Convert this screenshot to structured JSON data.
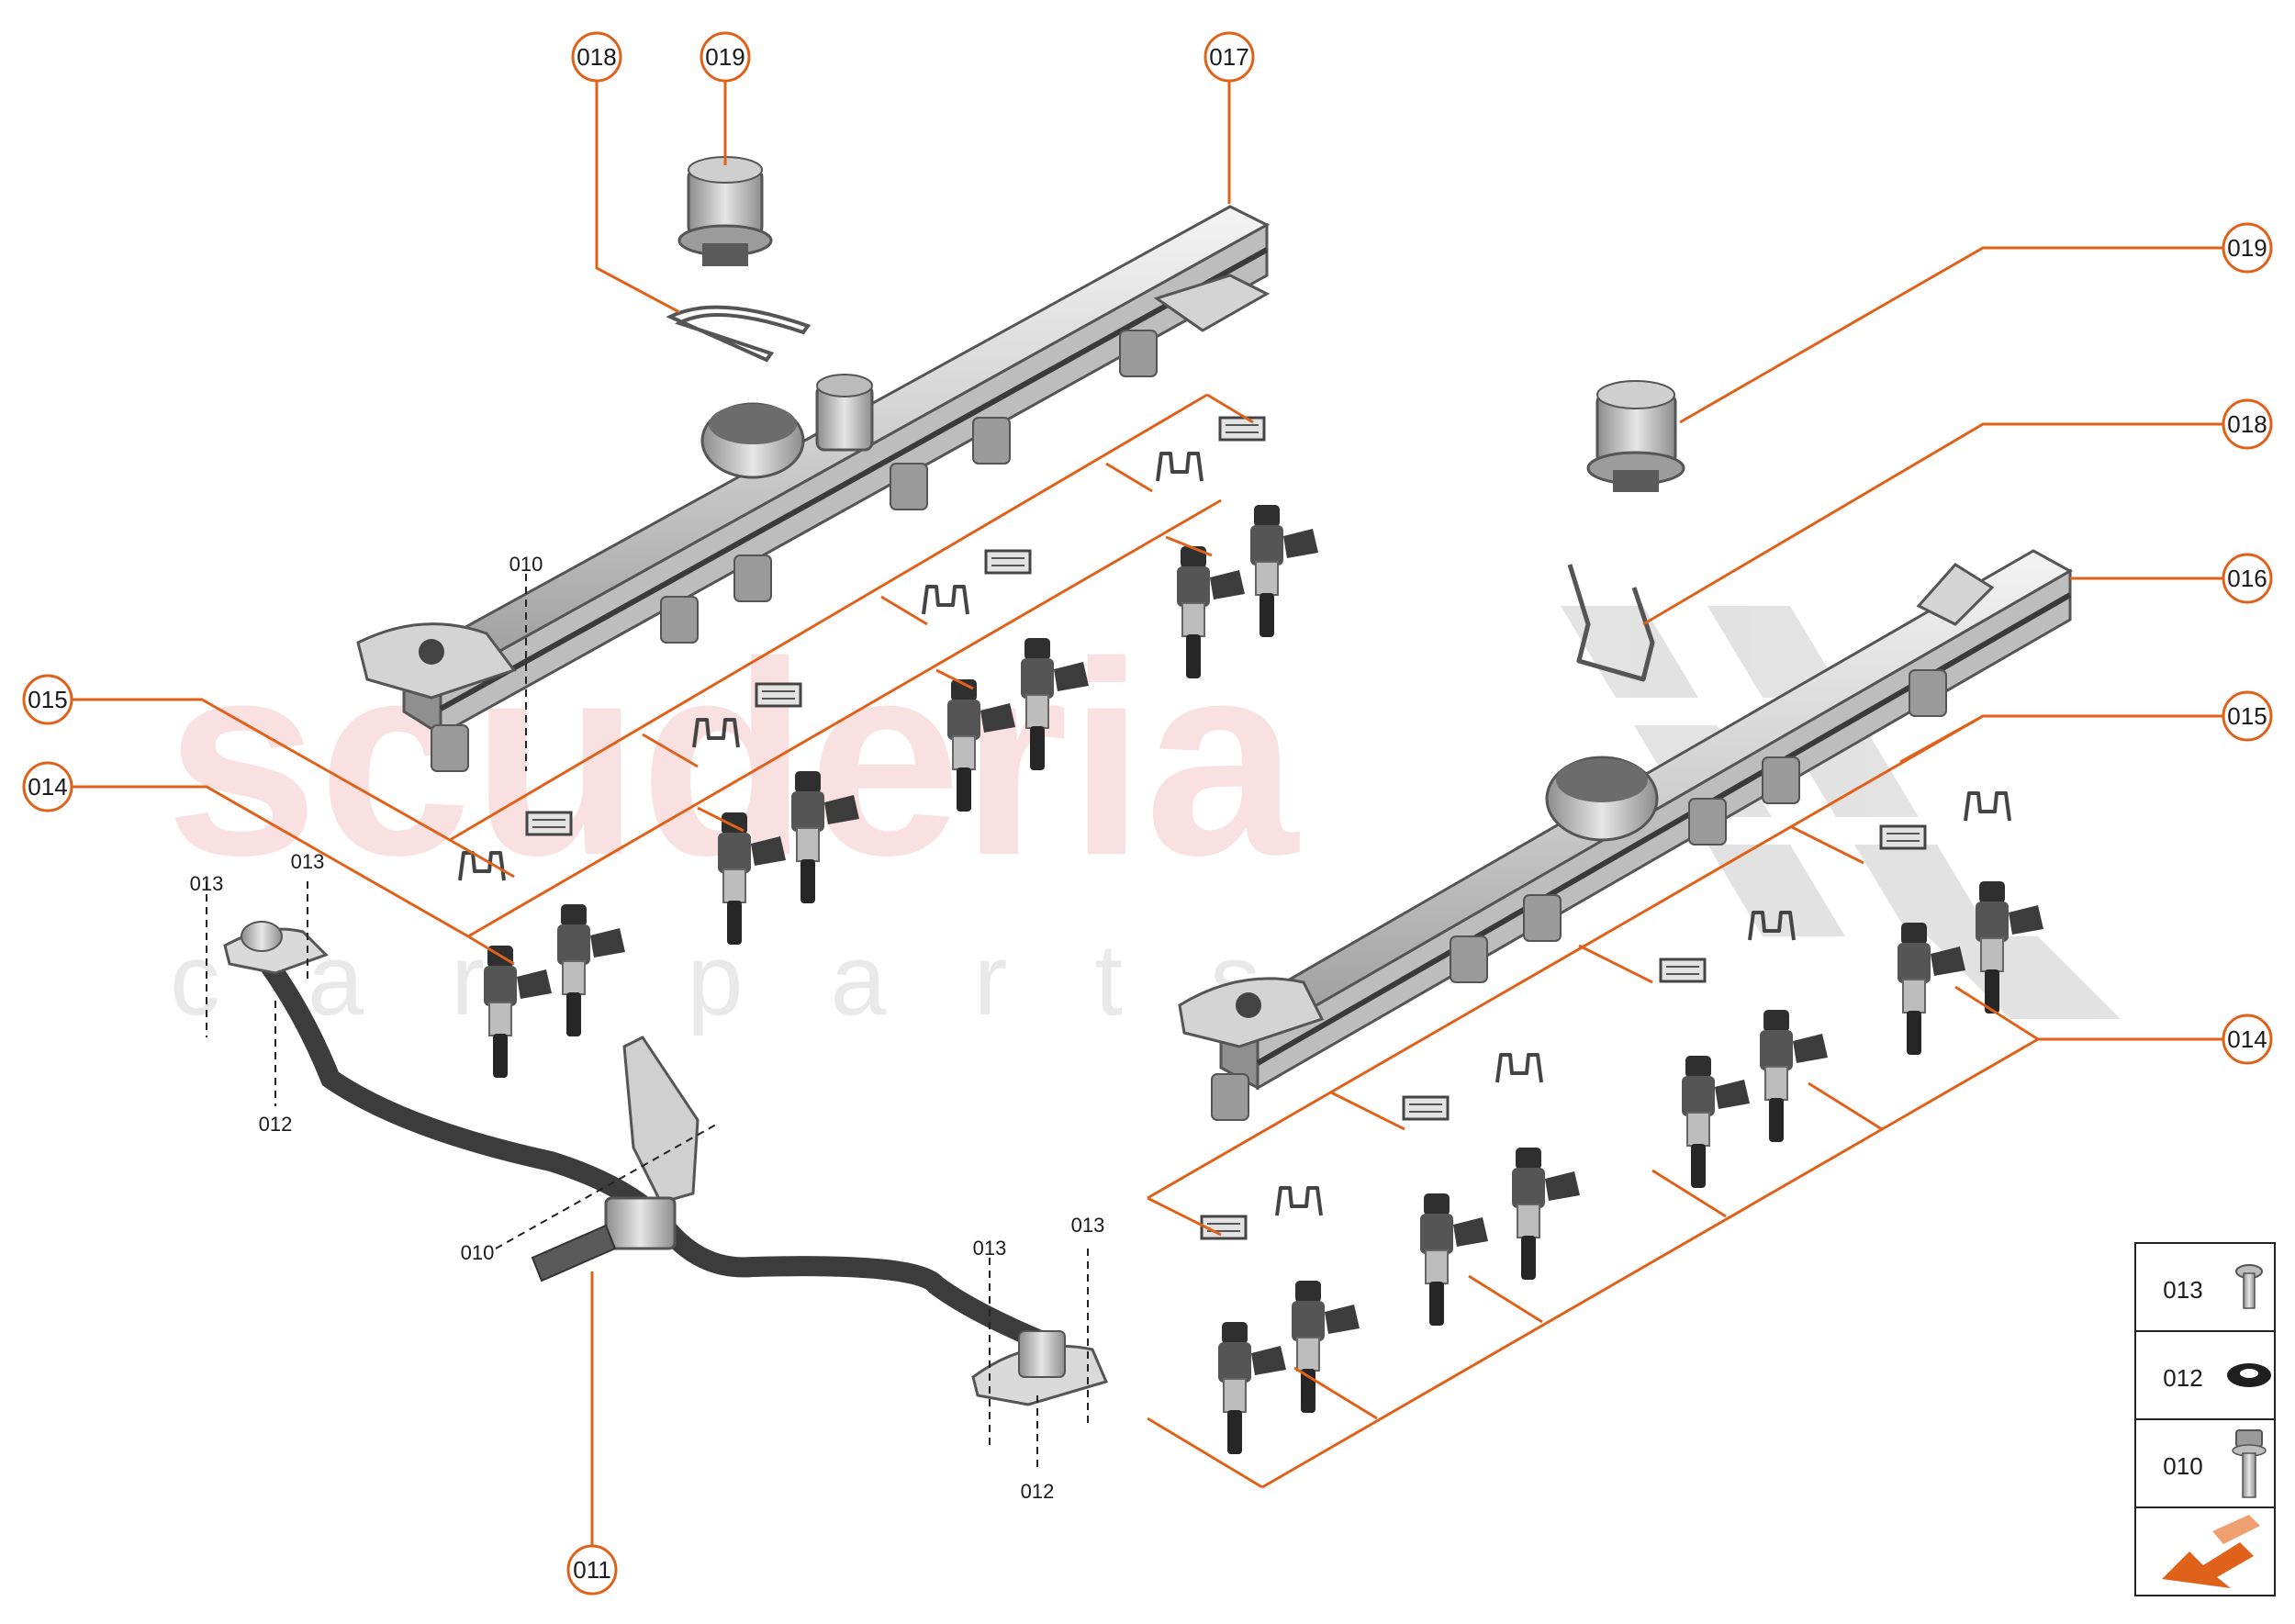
{
  "watermark": {
    "main": "scuderia",
    "sub": "car parts"
  },
  "colors": {
    "accent": "#e0621a",
    "line": "#e0621a",
    "part_light": "#d9d9d9",
    "part_dark": "#4a4a4a",
    "hose": "#3c3c3c"
  },
  "callouts": {
    "c018_top": "018",
    "c019_top": "019",
    "c017": "017",
    "c019_right": "019",
    "c018_right": "018",
    "c016": "016",
    "c015_right": "015",
    "c014_right": "014",
    "c015_left": "015",
    "c014_left": "014",
    "c011": "011"
  },
  "refs": {
    "r010_top": "010",
    "r013_a": "013",
    "r013_b": "013",
    "r012_a": "012",
    "r010_b": "010",
    "r013_c": "013",
    "r013_d": "013",
    "r012_b": "012"
  },
  "legend": {
    "items": [
      {
        "label": "013",
        "icon": "screw-icon"
      },
      {
        "label": "012",
        "icon": "washer-icon"
      },
      {
        "label": "010",
        "icon": "bolt-icon"
      }
    ],
    "footer_icon": "orientation-arrow-icon"
  }
}
